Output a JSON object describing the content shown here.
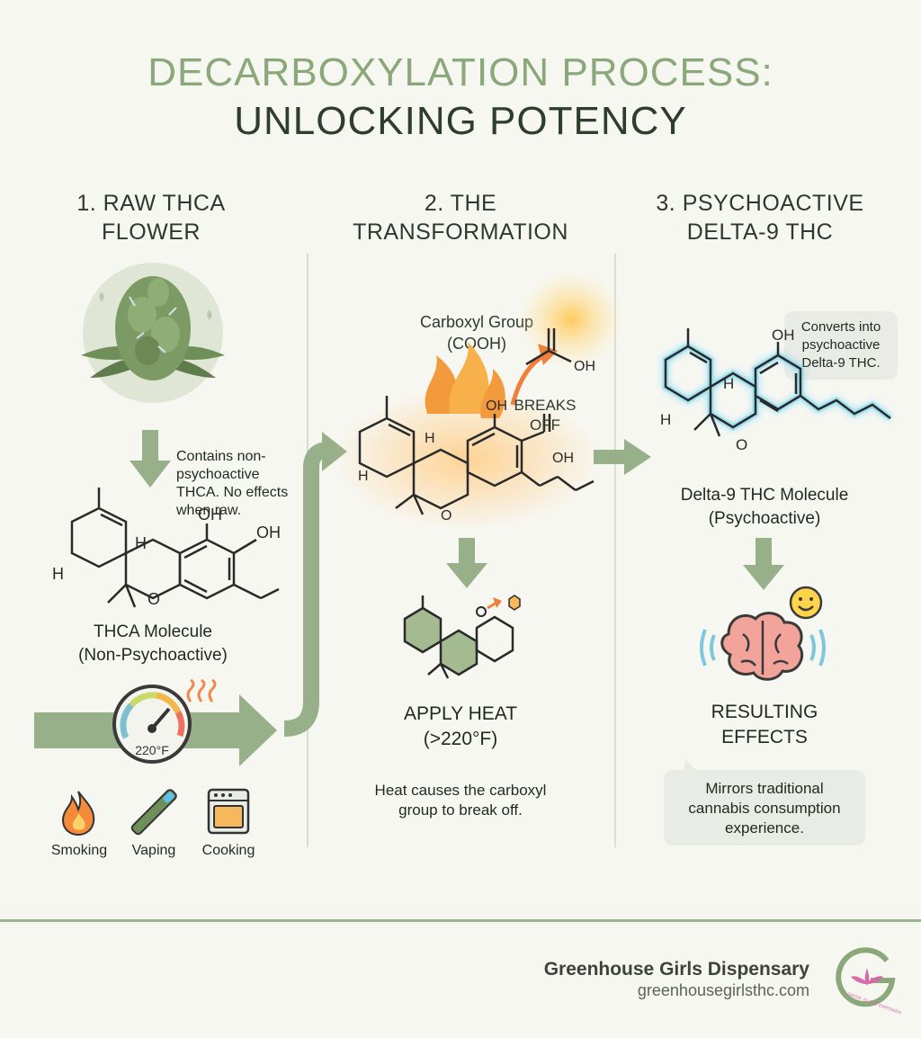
{
  "header": {
    "title_line1": "DECARBOXYLATION PROCESS:",
    "title_line2": "UNLOCKING POTENCY"
  },
  "columns": [
    {
      "heading_line1": "1. RAW THCA",
      "heading_line2": "FLOWER"
    },
    {
      "heading_line1": "2. THE",
      "heading_line2": "TRANSFORMATION"
    },
    {
      "heading_line1": "3. PSYCHOACTIVE",
      "heading_line2": "DELTA-9 THC"
    }
  ],
  "step1": {
    "note": [
      "Contains non-",
      "psychoactive",
      "THCA. No effects",
      "when raw."
    ],
    "molecule_label_line1": "THCA Molecule",
    "molecule_label_line2": "(Non-Psychoactive)",
    "gauge_label": "220°F",
    "methods": [
      "Smoking",
      "Vaping",
      "Cooking"
    ]
  },
  "step2": {
    "carboxyl_label_line1": "Carboxyl Group",
    "carboxyl_label_line2": "(COOH)",
    "breaks_line1": "BREAKS",
    "breaks_line2": "OFF",
    "heat_label_line1": "APPLY HEAT",
    "heat_label_line2": "(>220°F)",
    "desc_line1": "Heat causes the carboxyl",
    "desc_line2": "group to break off."
  },
  "step3": {
    "bubble": [
      "Converts into",
      "psychoactive",
      "Delta-9 THC."
    ],
    "molecule_label_line1": "Delta-9 THC Molecule",
    "molecule_label_line2": "(Psychoactive)",
    "effects_line1": "RESULTING",
    "effects_line2": "EFFECTS",
    "effects_bubble": [
      "Mirrors traditional",
      "cannabis consumption",
      "experience."
    ]
  },
  "molecule_atoms": {
    "oh": "OH",
    "h": "H",
    "o": "O"
  },
  "footer": {
    "brand": "Greenhouse Girls Dispensary",
    "url": "greenhousegirlsthc.com",
    "logo_tagline": "GROW. ELATE. EMPOWER."
  },
  "colors": {
    "accent_green": "#8aa87a",
    "arrow_green": "#98b08a",
    "text_dark": "#2c3a2c",
    "heat_orange": "#f39a3c",
    "glow_blue": "#5fd0f0",
    "brain_pink": "#f2a39a"
  }
}
